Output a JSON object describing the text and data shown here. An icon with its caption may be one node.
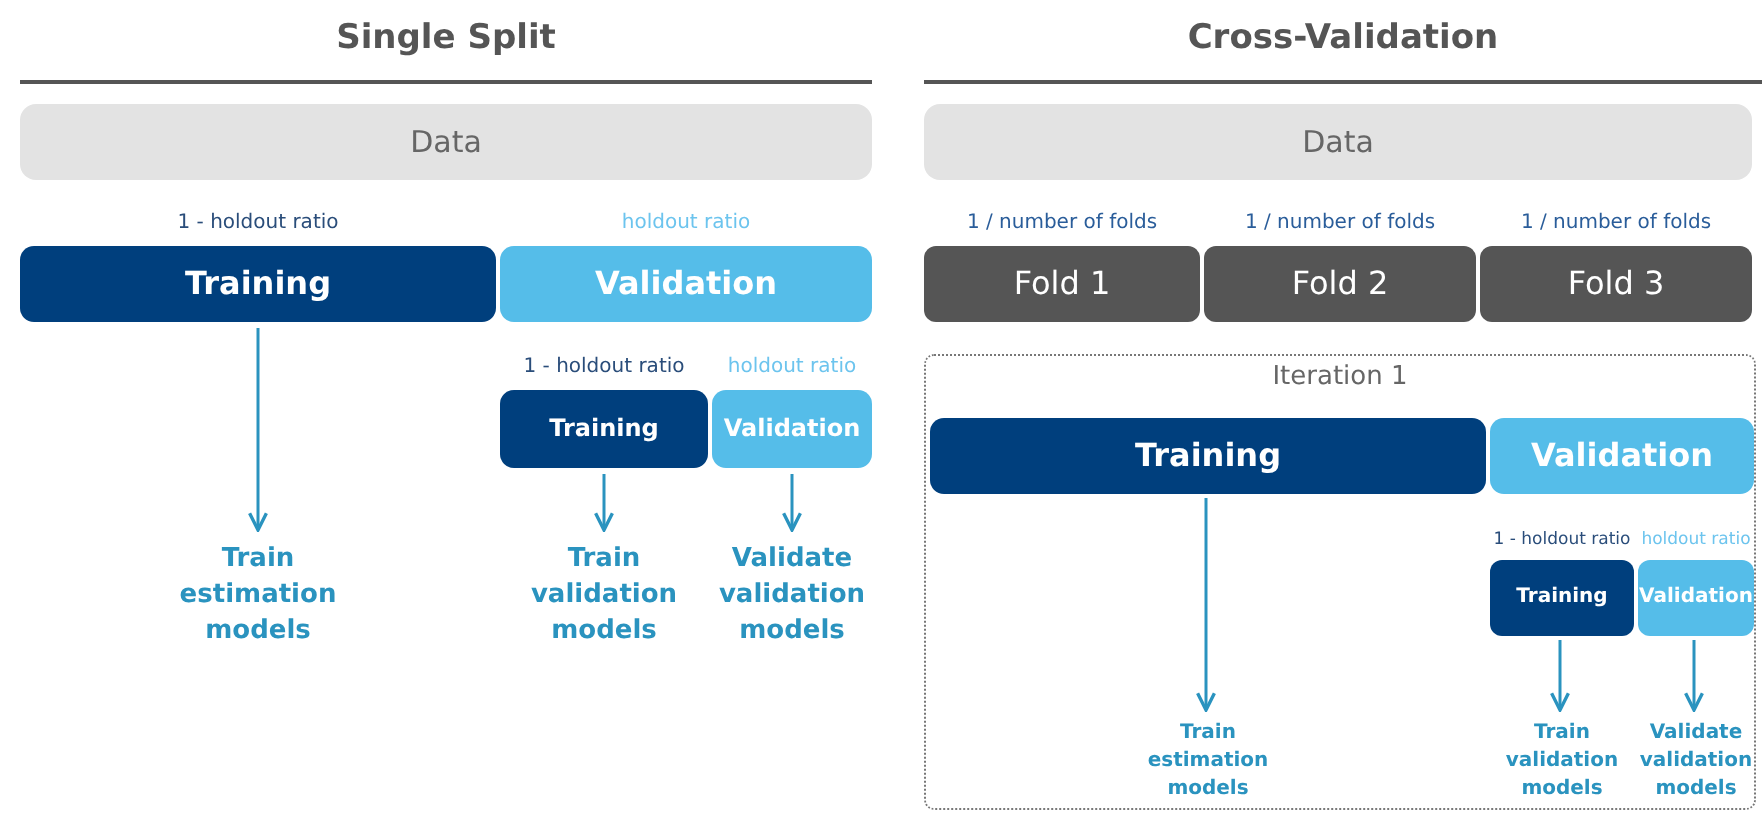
{
  "diagram": {
    "nodes": [
      {
        "text": [
          "Data"
        ]
      },
      {
        "text": [
          "Training"
        ],
        "beside": [
          "1 - holdout ratio"
        ]
      },
      {
        "text": [
          "Validation"
        ],
        "beside": [
          "holdout ratio"
        ]
      },
      {
        "text": [
          "Training"
        ],
        "beside": [
          "1 - holdout ratio"
        ]
      },
      {
        "text": [
          "Validation"
        ],
        "beside": [
          "holdout ratio"
        ]
      },
      {
        "text": [
          "Train estimation models"
        ]
      },
      {
        "text": [
          "Train validation models"
        ]
      },
      {
        "text": [
          "Validate validation models"
        ]
      },
      {
        "text": [
          "Data"
        ]
      },
      {
        "text": [
          "Fold 1"
        ],
        "beside": [
          "1 / number of folds"
        ]
      },
      {
        "text": [
          "Fold 2"
        ],
        "beside": [
          "1 / number of folds"
        ]
      },
      {
        "text": [
          "Fold 3"
        ],
        "beside": [
          "1 / number of folds"
        ]
      },
      {
        "text": [
          "Iteration 1"
        ]
      },
      {
        "text": [
          "Training"
        ],
        "in": 12
      },
      {
        "text": [
          "Validation"
        ],
        "in": 12
      },
      {
        "text": [
          "Training"
        ],
        "in": 12,
        "beside": [
          "1 - holdout ratio"
        ]
      },
      {
        "text": [
          "Validation"
        ],
        "in": 12,
        "beside": [
          "holdout ratio"
        ]
      },
      {
        "text": [
          "Train estimation models"
        ],
        "in": 12
      },
      {
        "text": [
          "Train validation models"
        ],
        "in": 12
      },
      {
        "text": [
          "Validate validation models"
        ],
        "in": 12
      }
    ],
    "edges": [
      {
        "from": 1,
        "to": 5,
        "arrow": "to"
      },
      {
        "from": 3,
        "to": 6,
        "arrow": "to"
      },
      {
        "from": 4,
        "to": 7,
        "arrow": "to"
      },
      {
        "from": 13,
        "to": 17,
        "arrow": "to"
      },
      {
        "from": 15,
        "to": 18,
        "arrow": "to"
      },
      {
        "from": 16,
        "to": 19,
        "arrow": "to"
      }
    ],
    "labels": [
      "Single Split",
      "Cross-Validation"
    ]
  }
}
